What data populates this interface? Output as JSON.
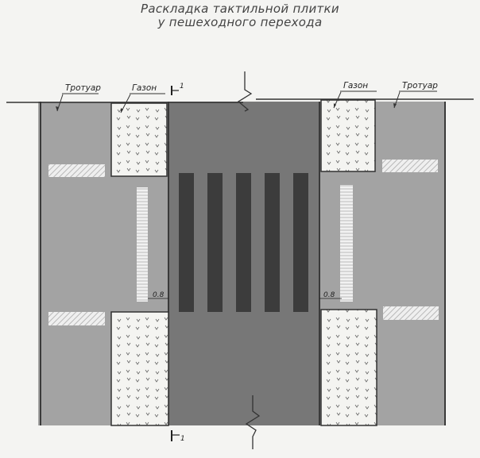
{
  "title": {
    "line1": "Раскладка тактильной плитки",
    "line2": "у пешеходного перехода"
  },
  "labels": {
    "sidewalk_left": "Тротуар",
    "lawn_left": "Газон",
    "lawn_right": "Газон",
    "sidewalk_right": "Тротуар"
  },
  "dimensions": {
    "offset_left": "0.8",
    "offset_right": "0.8"
  },
  "section_marks": {
    "top": "1",
    "bottom": "1"
  },
  "crosswalk": {
    "stripe_count": 5
  },
  "colors": {
    "sidewalk": "#a3a3a3",
    "road": "#777777",
    "stripe": "#3c3c3c",
    "lawn": "#f4f4f1",
    "tactile_tile": "#ececec"
  }
}
